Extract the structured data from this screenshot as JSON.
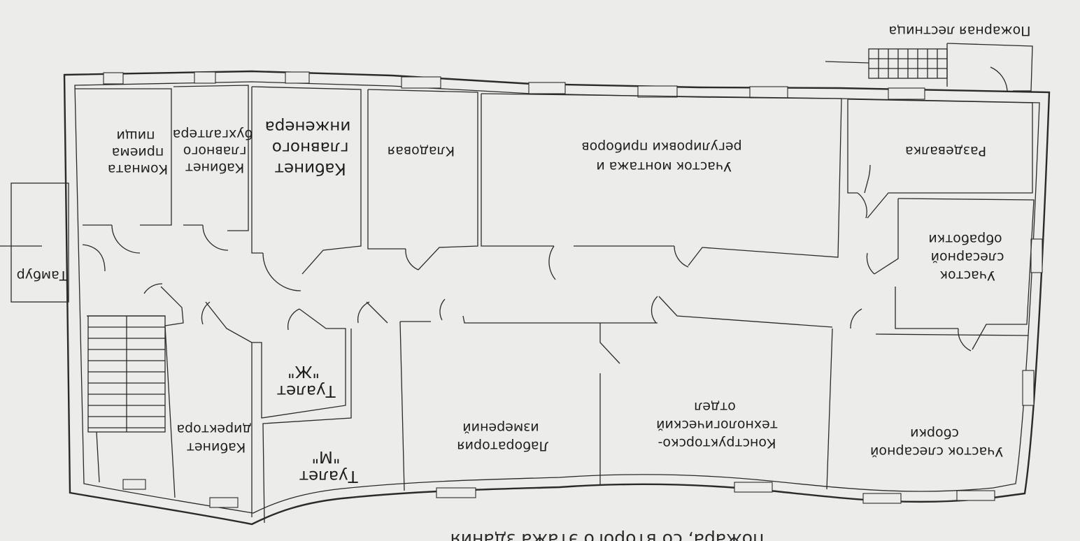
{
  "rooms": {
    "food_room": "Комната приема пищи",
    "chief_accountant": "Кабинет главного бухгалтера",
    "chief_engineer": "Кабинет главного инженера",
    "storeroom": "Кладовая",
    "assembly_area": "Участок монтажа и регулировки приборов",
    "locker_room": "Раздевалка",
    "metalwork_area": "Участок слесарной обработки",
    "fitting_area": "Участок слесарной сборки",
    "design_dept": "Конструкторско-технологический отдел",
    "measurement_lab": "Лаборатория измерений",
    "toilet_m": "Туалет \"М\"",
    "toilet_f": "Туалет \"Ж\"",
    "director_office": "Кабинет директора",
    "vestibule": "Тамбур",
    "fire_escape": "Пожарная лестница"
  },
  "caption": "пожара, со второго этажа здания"
}
